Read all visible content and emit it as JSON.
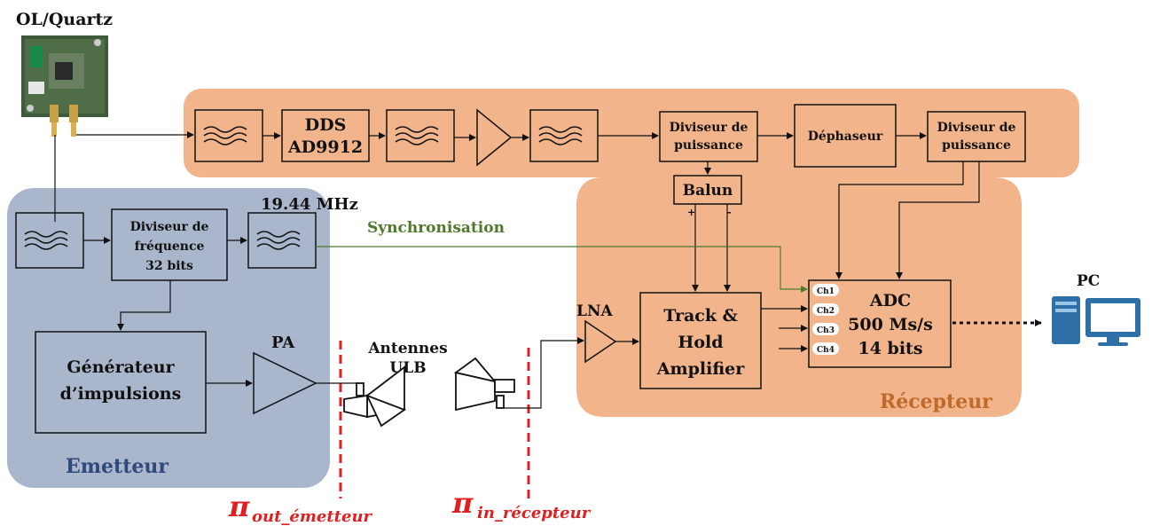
{
  "top_label": "OL/Quartz",
  "blocks": {
    "dds": [
      "DDS",
      "AD9912"
    ],
    "div_puissance_1": [
      "Diviseur de",
      "puissance"
    ],
    "dephaseur": "Déphaseur",
    "div_puissance_2": [
      "Diviseur de",
      "puissance"
    ],
    "balun": "Balun",
    "balun_plus": "+",
    "balun_minus": "-",
    "div_frequence": [
      "Diviseur de",
      "fréquence",
      "32 bits"
    ],
    "freq_label": "19.44 MHz",
    "generateur": [
      "Générateur",
      "d’impulsions"
    ],
    "pa": "PA",
    "lna": "LNA",
    "track_hold": [
      "Track &",
      "Hold",
      "Amplifier"
    ],
    "adc": [
      "ADC",
      "500 Ms/s",
      "14 bits"
    ],
    "channels": [
      "Ch1",
      "Ch2",
      "Ch3",
      "Ch4"
    ],
    "pc": "PC",
    "antennes": [
      "Antennes",
      "ULB"
    ]
  },
  "regions": {
    "emetteur": "Emetteur",
    "recepteur": "Récepteur"
  },
  "synchronisation": "Synchronisation",
  "planes": {
    "out": {
      "symbol": "π",
      "subscript": "out_émetteur"
    },
    "in": {
      "symbol": "π",
      "subscript": "in_récepteur"
    }
  },
  "colors": {
    "orange_region": "#f2b48a",
    "blue_region": "#aab6cb",
    "block_fill": "#f2b48a",
    "sync_line": "#4e7a2a",
    "plane_line": "#e02020",
    "emetteur_text": "#2e4a7a",
    "recepteur_text": "#c06a2a"
  }
}
